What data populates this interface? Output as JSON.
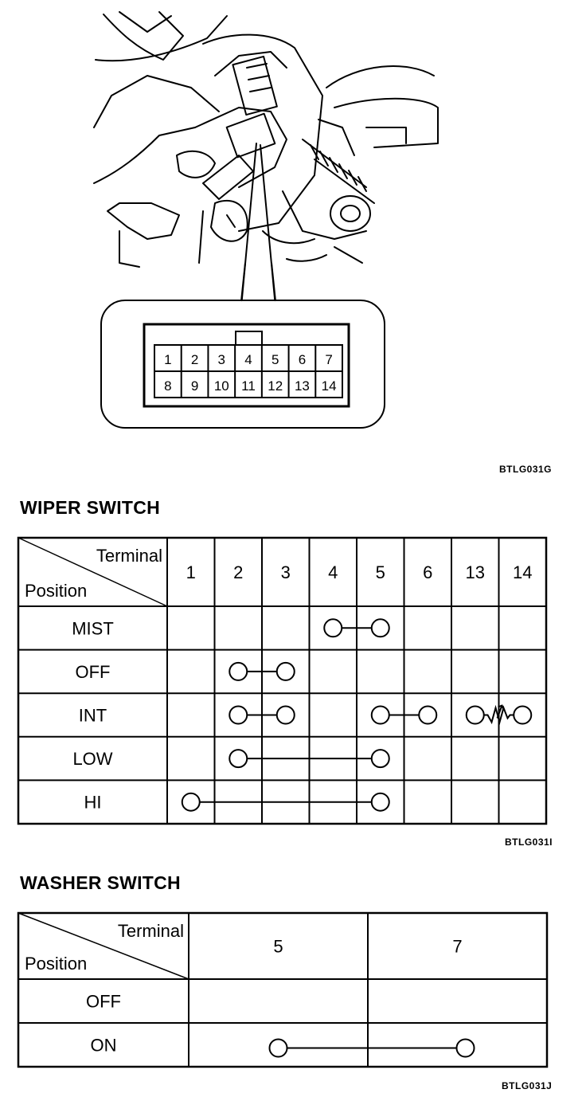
{
  "connector": {
    "top_row": [
      "1",
      "2",
      "3",
      "4",
      "5",
      "6",
      "7"
    ],
    "bottom_row": [
      "8",
      "9",
      "10",
      "11",
      "12",
      "13",
      "14"
    ],
    "figure_code": "BTLG031G"
  },
  "wiper": {
    "title": "WIPER SWITCH",
    "header_terminal": "Terminal",
    "header_position": "Position",
    "terminals": [
      "1",
      "2",
      "3",
      "4",
      "5",
      "6",
      "13",
      "14"
    ],
    "positions": [
      "MIST",
      "OFF",
      "INT",
      "LOW",
      "HI"
    ],
    "connections": [
      {
        "row": 0,
        "from": 3,
        "to": 4
      },
      {
        "row": 1,
        "from": 1,
        "to": 2
      },
      {
        "row": 2,
        "from": 1,
        "to": 2
      },
      {
        "row": 2,
        "from": 4,
        "to": 5
      },
      {
        "row": 2,
        "from": 6,
        "to": 7,
        "resistor": true
      },
      {
        "row": 3,
        "from": 1,
        "to": 4
      },
      {
        "row": 4,
        "from": 0,
        "to": 4
      }
    ],
    "figure_code": "BTLG031I"
  },
  "washer": {
    "title": "WASHER SWITCH",
    "header_terminal": "Terminal",
    "header_position": "Position",
    "terminals": [
      "5",
      "7"
    ],
    "positions": [
      "OFF",
      "ON"
    ],
    "connections": [
      {
        "row": 1,
        "from": 0,
        "to": 1
      }
    ],
    "figure_code": "BTLG031J"
  }
}
